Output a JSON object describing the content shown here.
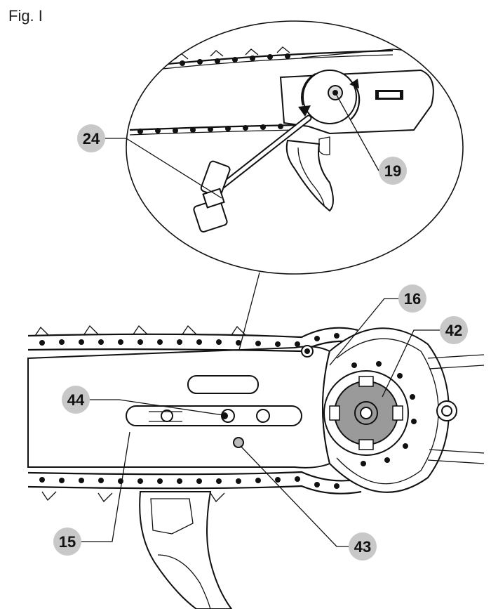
{
  "figure": {
    "title": "Fig. I"
  },
  "callouts": [
    {
      "label": "24"
    },
    {
      "label": "19"
    },
    {
      "label": "16"
    },
    {
      "label": "42"
    },
    {
      "label": "44"
    },
    {
      "label": "15"
    },
    {
      "label": "43"
    }
  ],
  "colors": {
    "badge": "#c8c8c8",
    "line": "#111111",
    "sprocket": "#9a9a9a"
  }
}
